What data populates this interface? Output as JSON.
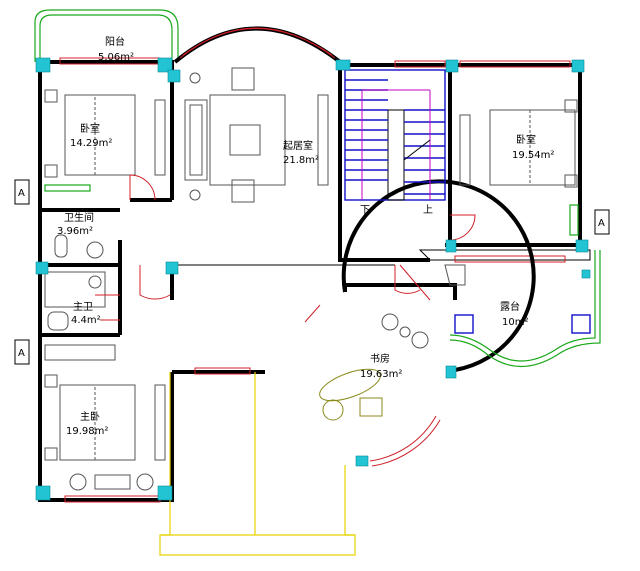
{
  "rooms": {
    "balcony": {
      "name": "阳台",
      "area": "5.06m²"
    },
    "bedroom_nw": {
      "name": "卧室",
      "area": "14.29m²"
    },
    "living": {
      "name": "起居室",
      "area": "21.8m²"
    },
    "bedroom_ne": {
      "name": "卧室",
      "area": "19.54m²"
    },
    "bathroom": {
      "name": "卫生间",
      "area": "3.96m²"
    },
    "master_bath": {
      "name": "主卫",
      "area": "4.4m²"
    },
    "master_bed": {
      "name": "主卧",
      "area": "19.98m²"
    },
    "study": {
      "name": "书房",
      "area": "19.63m²"
    },
    "terrace": {
      "name": "露台",
      "area": "10m²"
    }
  },
  "stairs": {
    "down": "下",
    "up": "上"
  },
  "section_markers": {
    "left_top": "A",
    "left_bottom": "A",
    "right": "A"
  },
  "colors": {
    "wall": "#000000",
    "window": "#d0202a",
    "column": "#22c4d4",
    "railing": "#1aa81a",
    "stair": "#1010c8",
    "canopy": "#e6d200",
    "furniture": "#555555"
  }
}
